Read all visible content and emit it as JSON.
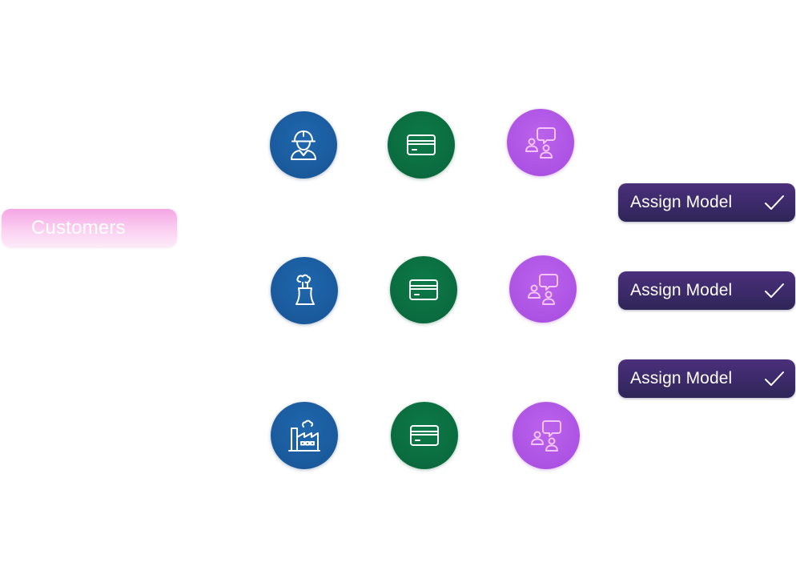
{
  "customers": {
    "label": "Customers"
  },
  "rows": [
    {
      "customer_icon": "construction-worker-icon",
      "payment_icon": "credit-card-icon",
      "conversation_icon": "people-chat-icon"
    },
    {
      "customer_icon": "power-plant-icon",
      "payment_icon": "credit-card-icon",
      "conversation_icon": "people-chat-icon"
    },
    {
      "customer_icon": "factory-icon",
      "payment_icon": "credit-card-icon",
      "conversation_icon": "people-chat-icon"
    }
  ],
  "actions": [
    {
      "label": "Assign Model",
      "icon": "checkmark-icon"
    },
    {
      "label": "Assign Model",
      "icon": "checkmark-icon"
    },
    {
      "label": "Assign Model",
      "icon": "checkmark-icon"
    }
  ],
  "colors": {
    "customers_pill": "#f7b6e9",
    "customer_circle": "#1a5a9c",
    "payment_circle": "#0a6b3f",
    "conversation_circle": "#ad53e4",
    "assign_button": "#3d2a6b",
    "icon_stroke_light": "#ffffff",
    "icon_stroke_pink": "#f3c4f6"
  }
}
